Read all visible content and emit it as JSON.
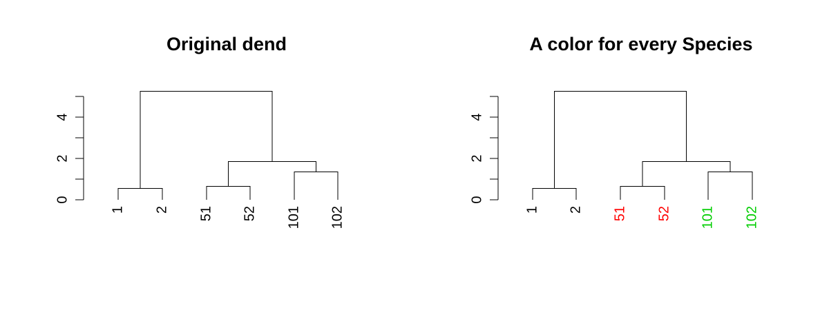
{
  "chart_data": [
    {
      "type": "dendrogram",
      "title": "Original dend",
      "ylim": [
        0,
        5
      ],
      "y_ticks": [
        0,
        1,
        2,
        3,
        4,
        5
      ],
      "y_tick_labels": [
        "0",
        "",
        "2",
        "",
        "4",
        ""
      ],
      "leaves": [
        {
          "label": "1",
          "color": "#000000"
        },
        {
          "label": "2",
          "color": "#000000"
        },
        {
          "label": "51",
          "color": "#000000"
        },
        {
          "label": "52",
          "color": "#000000"
        },
        {
          "label": "101",
          "color": "#000000"
        },
        {
          "label": "102",
          "color": "#000000"
        }
      ],
      "merges": [
        {
          "left": "L0",
          "right": "L1",
          "height": 0.55
        },
        {
          "left": "L2",
          "right": "L3",
          "height": 0.65
        },
        {
          "left": "L4",
          "right": "L5",
          "height": 1.35
        },
        {
          "left": "N1",
          "right": "N2",
          "height": 1.85
        },
        {
          "left": "N0",
          "right": "N3",
          "height": 5.25
        }
      ]
    },
    {
      "type": "dendrogram",
      "title": "A color for every Species",
      "ylim": [
        0,
        5
      ],
      "y_ticks": [
        0,
        1,
        2,
        3,
        4,
        5
      ],
      "y_tick_labels": [
        "0",
        "",
        "2",
        "",
        "4",
        ""
      ],
      "leaves": [
        {
          "label": "1",
          "color": "#000000"
        },
        {
          "label": "2",
          "color": "#000000"
        },
        {
          "label": "51",
          "color": "#ff0000"
        },
        {
          "label": "52",
          "color": "#ff0000"
        },
        {
          "label": "101",
          "color": "#00cd00"
        },
        {
          "label": "102",
          "color": "#00cd00"
        }
      ],
      "merges": [
        {
          "left": "L0",
          "right": "L1",
          "height": 0.55
        },
        {
          "left": "L2",
          "right": "L3",
          "height": 0.65
        },
        {
          "left": "L4",
          "right": "L5",
          "height": 1.35
        },
        {
          "left": "N1",
          "right": "N2",
          "height": 1.85
        },
        {
          "left": "N0",
          "right": "N3",
          "height": 5.25
        }
      ]
    }
  ]
}
